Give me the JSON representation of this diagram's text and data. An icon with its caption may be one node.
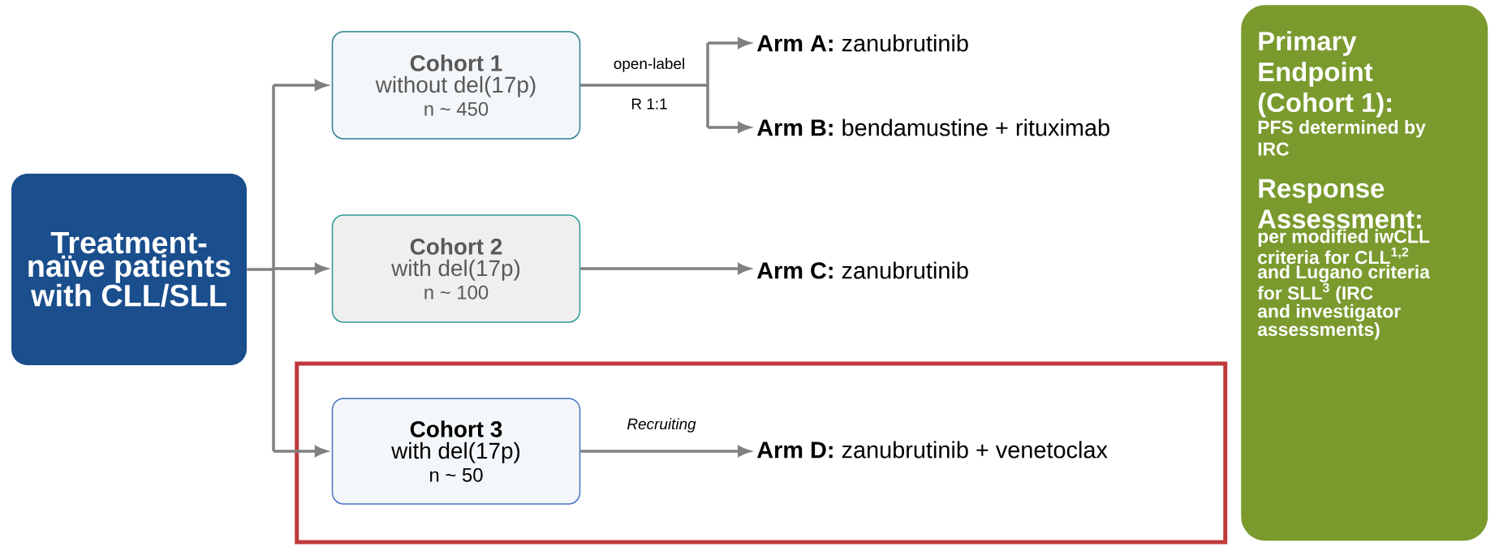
{
  "diagram": {
    "nodes": [
      {
        "text": [
          "Treatment-naïve patients with CLL/SLL"
        ]
      },
      {
        "text": [
          "Cohort 1",
          "without del(17p)",
          "n ~ 450"
        ]
      },
      {
        "text": [
          "**Arm A:** zanubrutinib"
        ]
      },
      {
        "text": [
          "**Arm B:** bendamustine + rituximab"
        ]
      },
      {
        "text": [
          "Cohort 2",
          "with del(17p)",
          "n ~ 100"
        ]
      },
      {
        "text": [
          "**Arm C:** zanubrutinib"
        ]
      },
      {
        "text": [],
        "shape": "box"
      },
      {
        "text": [
          "Cohort 3",
          "with del(17p)",
          "n ~ 50"
        ],
        "in": 6
      },
      {
        "text": [
          "**Arm D:** zanubrutinib + venetoclax"
        ],
        "in": 6
      },
      {
        "text": [
          "Primary Endpoint (Cohort 1):",
          "PFS determined by IRC",
          "Response Assessment:",
          "per modified iwCLL criteria for CLL$^{1,2}$ and Lugano criteria for SLL$^{3}$ (IRC and investigator assessments)"
        ]
      }
    ],
    "edges": [
      {
        "from": 0,
        "to": 1,
        "arrow": "to"
      },
      {
        "from": 0,
        "to": 4,
        "arrow": "to"
      },
      {
        "from": 0,
        "to": 7,
        "arrow": "to"
      },
      {
        "from": 1,
        "to": 2,
        "arrow": "to",
        "label": "open-label"
      },
      {
        "from": 1,
        "to": 3,
        "arrow": "to",
        "label": "R 1:1"
      },
      {
        "from": 4,
        "to": 5,
        "arrow": "to"
      },
      {
        "from": 7,
        "to": 8,
        "arrow": "to",
        "label": "Recruiting"
      }
    ]
  }
}
